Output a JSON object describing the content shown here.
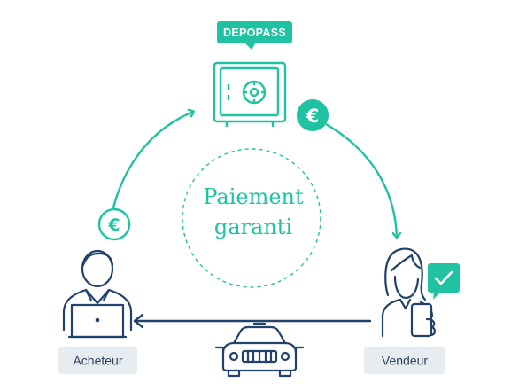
{
  "brand": {
    "tag": "DEPOPASS"
  },
  "center": {
    "line1": "Paiement",
    "line2": "garanti"
  },
  "actors": {
    "buyer": "Acheteur",
    "seller": "Vendeur"
  },
  "icons": {
    "safe": "safe-icon",
    "euro": "euro-icon",
    "buyer": "buyer-laptop-icon",
    "seller": "seller-phone-icon",
    "check": "check-bubble-icon",
    "car": "car-icon"
  },
  "colors": {
    "accent": "#1fc3a1",
    "navy": "#21426b",
    "label_bg": "#e7ecf1",
    "label_text": "#2a3f5b"
  }
}
